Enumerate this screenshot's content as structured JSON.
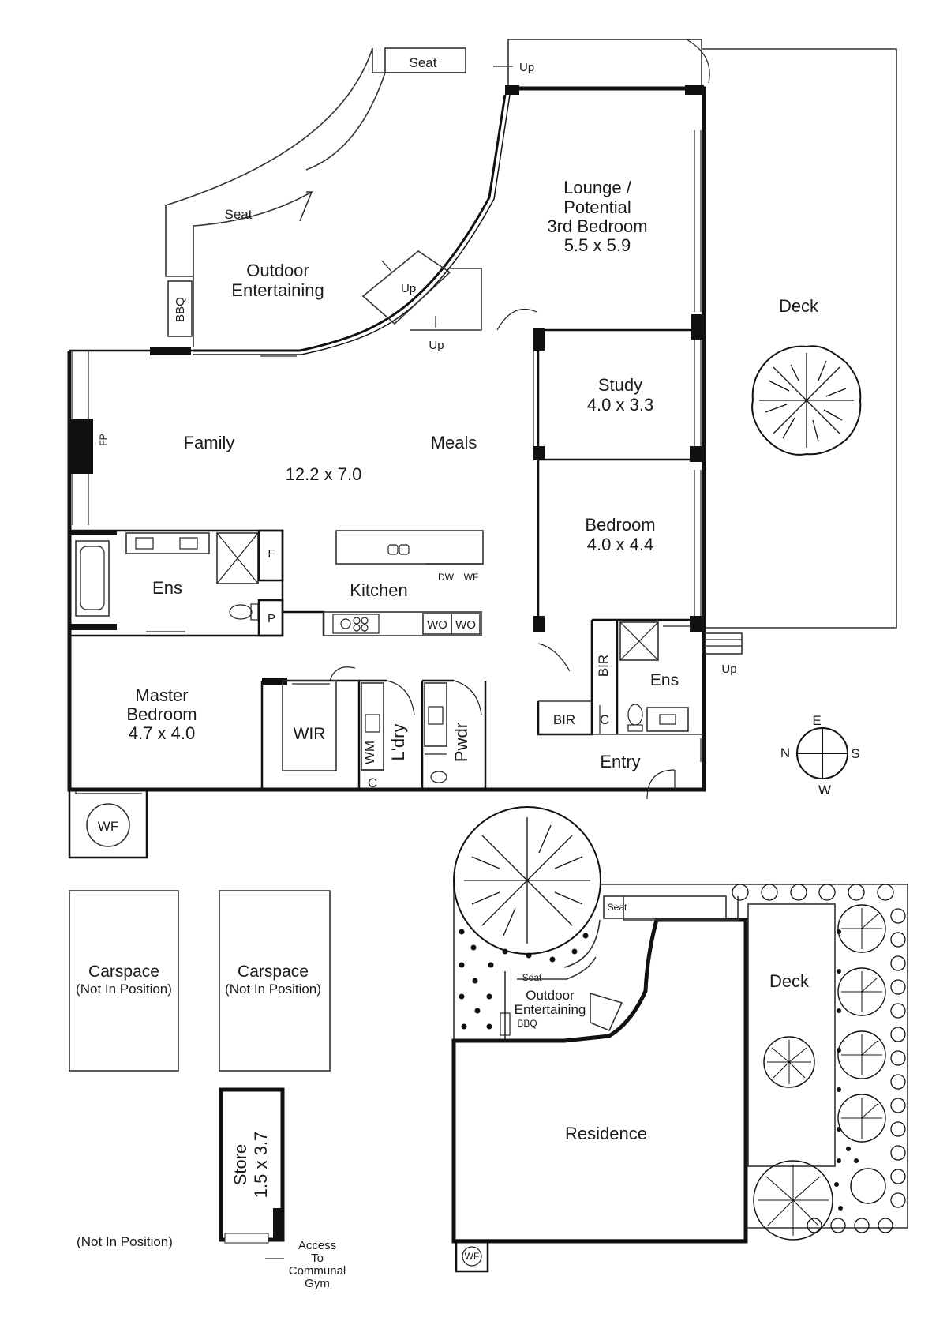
{
  "main_plan": {
    "outdoor": {
      "seat_top": "Seat",
      "seat_left": "Seat",
      "up_top": "Up",
      "up_diag": "Up",
      "up_step": "Up",
      "bbq": "BBQ",
      "title1": "Outdoor",
      "title2": "Entertaining"
    },
    "lounge": {
      "l1": "Lounge /",
      "l2": "Potential",
      "l3": "3rd Bedroom",
      "size": "5.5 x 5.9"
    },
    "deck": "Deck",
    "study": {
      "name": "Study",
      "size": "4.0 x 3.3"
    },
    "family": {
      "family": "Family",
      "meals": "Meals",
      "size": "12.2 x 7.0",
      "fp": "FP"
    },
    "bedroom": {
      "name": "Bedroom",
      "size": "4.0 x 4.4"
    },
    "ensuite_master": "Ens",
    "kitchen": {
      "name": "Kitchen",
      "f": "F",
      "p": "P",
      "dw": "DW",
      "wf": "WF",
      "wo1": "WO",
      "wo2": "WO"
    },
    "ensuite_bed": {
      "name": "Ens",
      "bir_v": "BIR",
      "bir_h": "BIR",
      "c": "C",
      "up": "Up"
    },
    "master": {
      "l1": "Master",
      "l2": "Bedroom",
      "size": "4.7 x 4.0"
    },
    "wir": "WIR",
    "laundry": {
      "wm": "WM",
      "name": "L'dry",
      "c": "C"
    },
    "powder": "Pwdr",
    "entry": "Entry",
    "wf_box": "WF",
    "compass": {
      "e": "E",
      "s": "S",
      "w": "W",
      "n": "N"
    }
  },
  "parking": {
    "car1": {
      "title": "Carspace",
      "note": "(Not In Position)"
    },
    "car2": {
      "title": "Carspace",
      "note": "(Not In Position)"
    },
    "store": {
      "name": "Store",
      "size": "1.5 x 3.7"
    },
    "not_in_position": "(Not In Position)",
    "access": {
      "l1": "Access",
      "l2": "To",
      "l3": "Communal",
      "l4": "Gym"
    }
  },
  "site_plan": {
    "seat_top": "Seat",
    "seat_mid": "Seat",
    "outdoor1": "Outdoor",
    "outdoor2": "Entertaining",
    "bbq": "BBQ",
    "deck": "Deck",
    "residence": "Residence",
    "wf": "WF"
  }
}
